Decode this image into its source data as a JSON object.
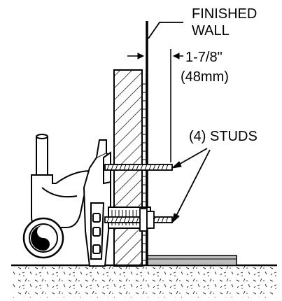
{
  "labels": {
    "finished_wall_line1": "FINISHED",
    "finished_wall_line2": "WALL",
    "dimension_imperial": "1-7/8\"",
    "dimension_metric": "(48mm)",
    "studs": "(4) STUDS"
  }
}
